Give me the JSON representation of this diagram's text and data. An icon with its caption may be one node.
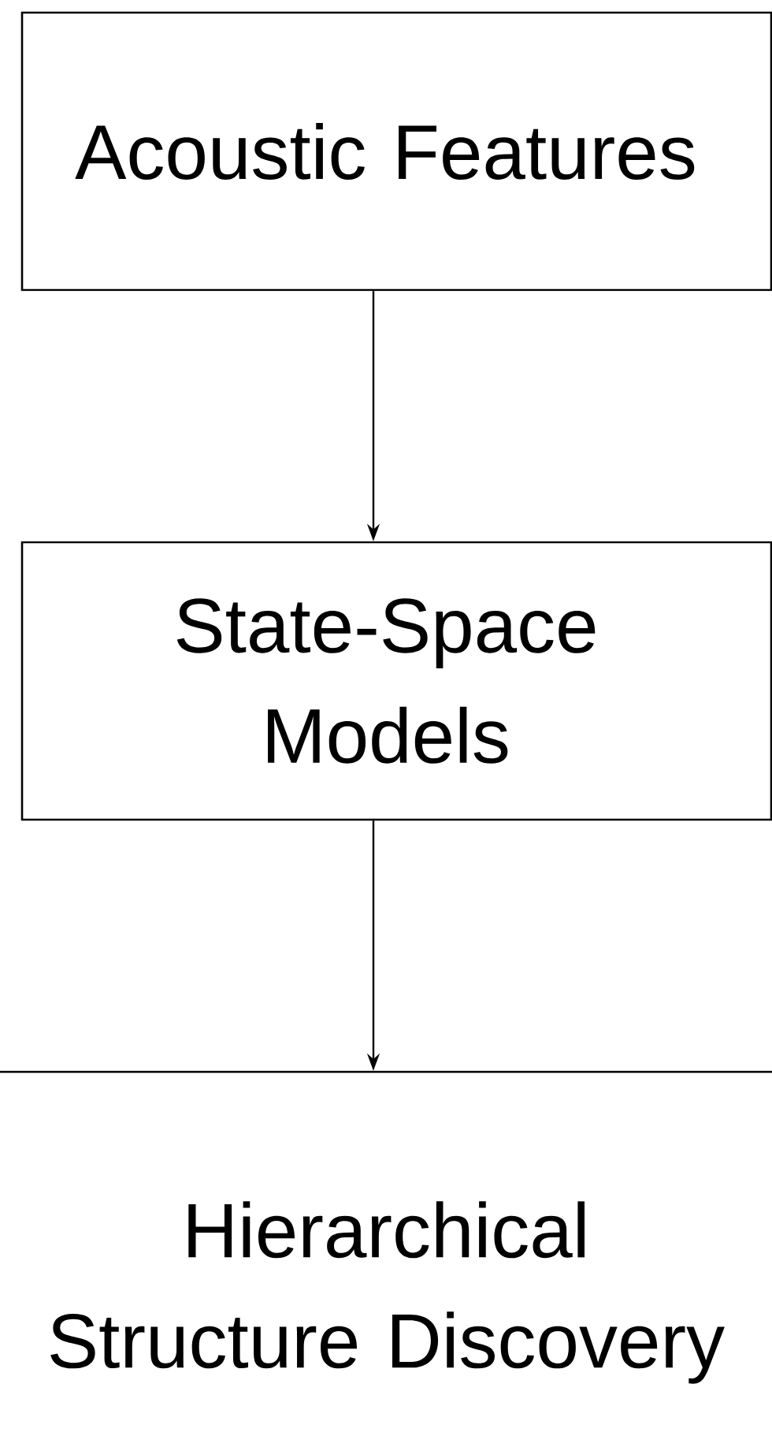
{
  "diagram": {
    "nodes": [
      {
        "text": [
          "Acoustic Features"
        ]
      },
      {
        "text": [
          "State-Space Models"
        ]
      },
      {
        "text": [
          "Hierarchical Structure Discovery"
        ]
      }
    ],
    "edges": [
      {
        "from": 0,
        "to": 1,
        "arrow": "to"
      },
      {
        "from": 1,
        "to": 2,
        "arrow": "to"
      }
    ]
  }
}
